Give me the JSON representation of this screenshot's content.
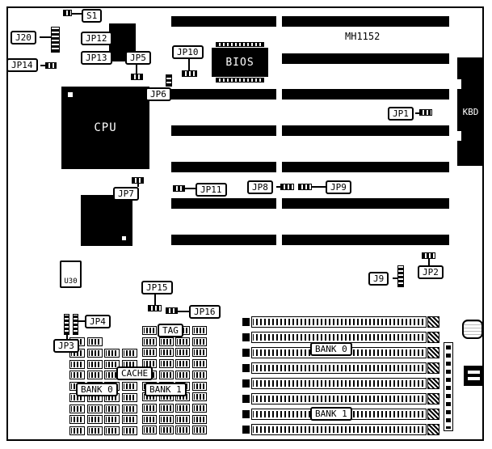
{
  "title": "MH1152",
  "components": {
    "cpu": "CPU",
    "bios": "BIOS",
    "kbd": "KBD",
    "u30": "U30",
    "tag": "TAG",
    "cache": "CACHE"
  },
  "banks": {
    "cache_bank0": "BANK 0",
    "cache_bank1": "BANK 1",
    "simm_bank0": "BANK 0",
    "simm_bank1": "BANK 1"
  },
  "jumpers": {
    "s1": "S1",
    "j20": "J20",
    "jp12": "JP12",
    "jp13": "JP13",
    "jp14": "JP14",
    "jp5": "JP5",
    "jp10": "JP10",
    "jp6": "JP6",
    "jp1": "JP1",
    "jp7": "JP7",
    "jp11": "JP11",
    "jp8": "JP8",
    "jp9": "JP9",
    "j9": "J9",
    "jp2": "JP2",
    "jp15": "JP15",
    "jp16": "JP16",
    "jp4": "JP4",
    "jp3": "JP3"
  },
  "colors": {
    "line": "#000000",
    "bg": "#ffffff"
  }
}
